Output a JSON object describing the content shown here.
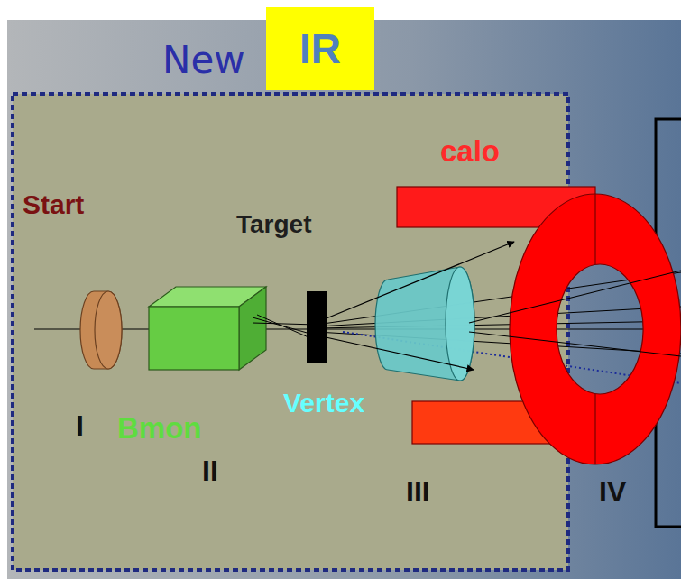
{
  "diagram": {
    "title": "New",
    "nodes": [
      {
        "text": [
          "IR"
        ]
      }
    ],
    "labels": [
      "Start",
      "Target",
      "calo",
      "Vertex",
      "Bmon",
      "I",
      "II",
      "III",
      "IV"
    ]
  }
}
